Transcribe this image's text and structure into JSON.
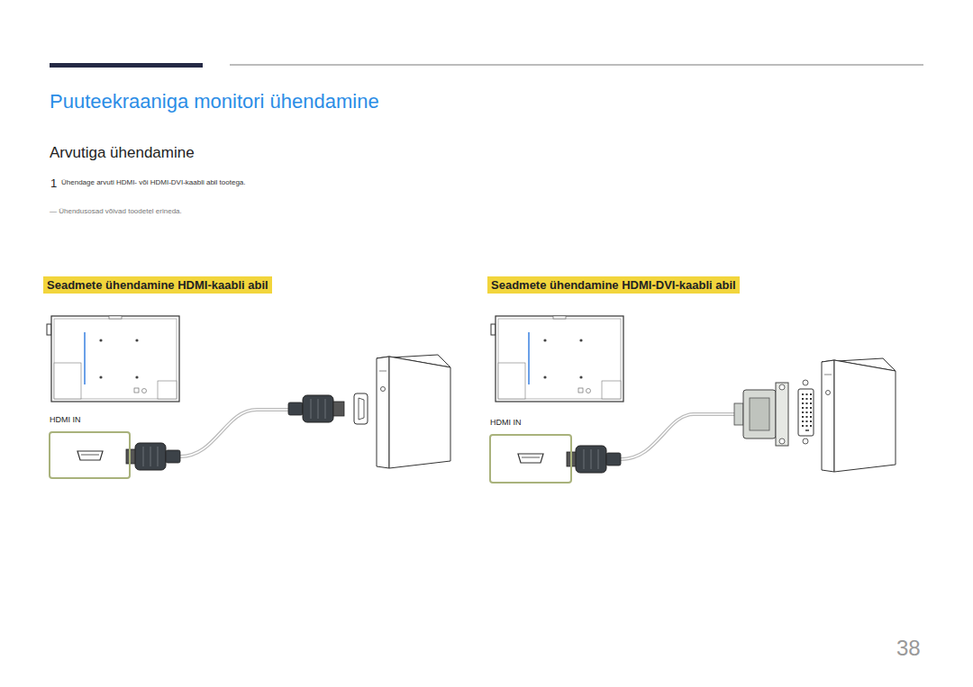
{
  "diagram": {
    "title": "Puuteekraaniga monitori ühendamine",
    "nodes": [
      {
        "text": [
          "Seadmete ühendamine HDMI-kaabli abil"
        ]
      },
      {
        "text": [
          "Seadmete ühendamine HDMI-DVI-kaabli abil"
        ]
      },
      {
        "text": [
          "HDMI IN"
        ]
      },
      {
        "text": [
          "HDMI IN"
        ]
      }
    ],
    "labels": [
      "Arvutiga ühendamine",
      "1",
      "Ühendage arvuti HDMI- või HDMI-DVI-kaabli abil tootega.",
      "― Ühendusosad võivad toodetel erineda.",
      "38"
    ]
  }
}
